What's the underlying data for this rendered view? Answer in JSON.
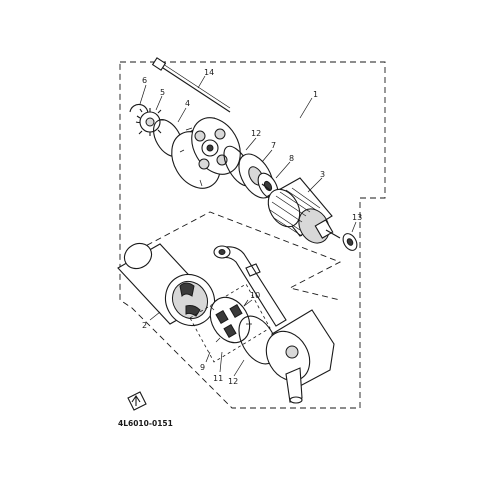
{
  "callouts": {
    "c1": "1",
    "c2": "2",
    "c3": "3",
    "c4": "4",
    "c5": "5",
    "c6": "6",
    "c7": "7",
    "c8": "8",
    "c9": "9",
    "c10": "10",
    "c11": "11",
    "c12a": "12",
    "c12b": "12",
    "c13": "13",
    "c14": "14"
  },
  "diagram_code": "4L6010-0151"
}
